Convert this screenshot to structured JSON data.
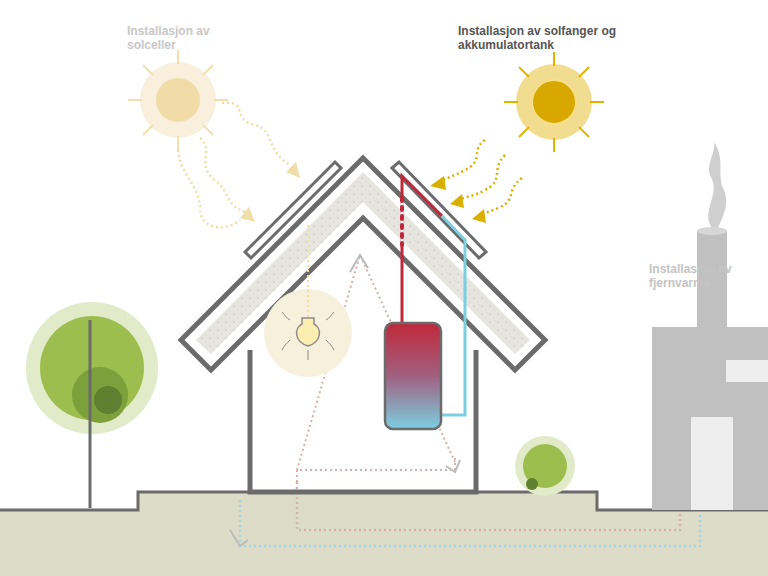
{
  "diagram": {
    "labels": [
      "Installasjon av solceller",
      "Installasjon av solfanger og akkumulatortank",
      "Installasjon av fjernvarme"
    ]
  }
}
